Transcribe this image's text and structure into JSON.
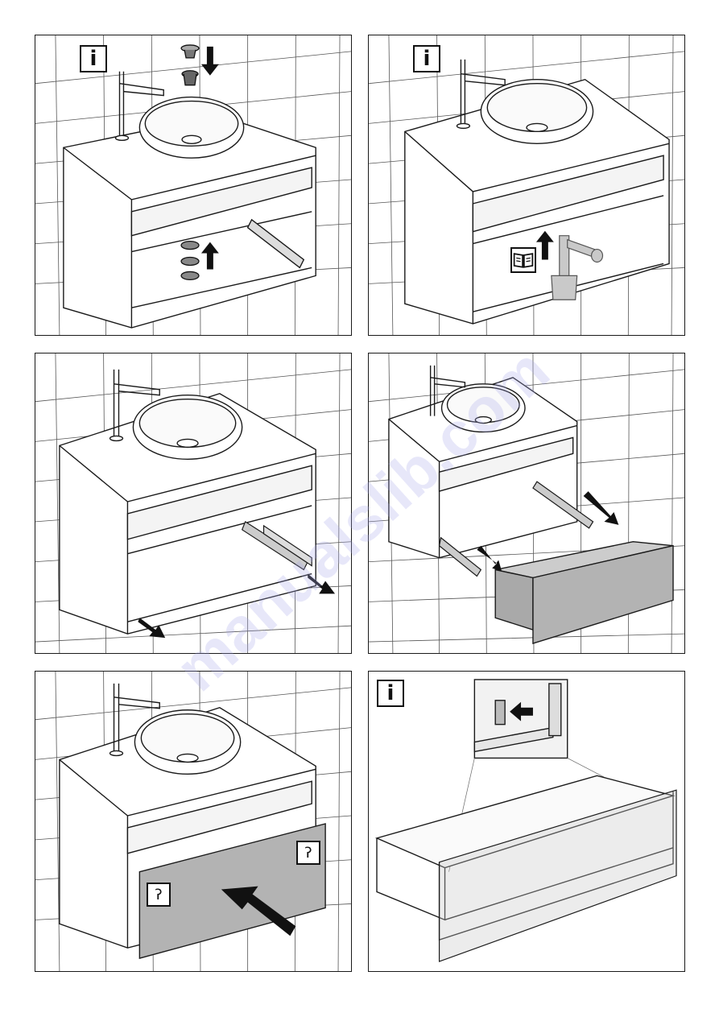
{
  "page": {
    "background": "#ffffff",
    "line_color": "#1a1a1a",
    "drawer_color": "#b3b3b3",
    "siphon_color": "#c9c9c9"
  },
  "watermark": {
    "text": "manualslib.com",
    "color": "#aaaaeb"
  },
  "panels": [
    {
      "step": 1,
      "icons": [
        "info-icon",
        "drain-cap-icon",
        "drain-strainer-icon",
        "washer-ring-icon",
        "arrow-down-icon",
        "arrow-up-icon"
      ],
      "info_symbol": "i"
    },
    {
      "step": 2,
      "icons": [
        "info-icon",
        "manual-book-icon",
        "siphon-icon",
        "arrow-up-icon"
      ],
      "info_symbol": "i"
    },
    {
      "step": 3,
      "icons": [
        "drawer-runner-icon",
        "arrow-down-right-icon"
      ]
    },
    {
      "step": 4,
      "icons": [
        "drawer-icon",
        "arrow-down-left-icon"
      ]
    },
    {
      "step": 5,
      "icons": [
        "ear-icon",
        "ear-icon",
        "arrow-push-icon"
      ],
      "ear_symbol": "ʔ"
    },
    {
      "step": 6,
      "icons": [
        "info-icon",
        "detail-zoom-icon",
        "arrow-left-icon"
      ],
      "info_symbol": "i"
    }
  ]
}
